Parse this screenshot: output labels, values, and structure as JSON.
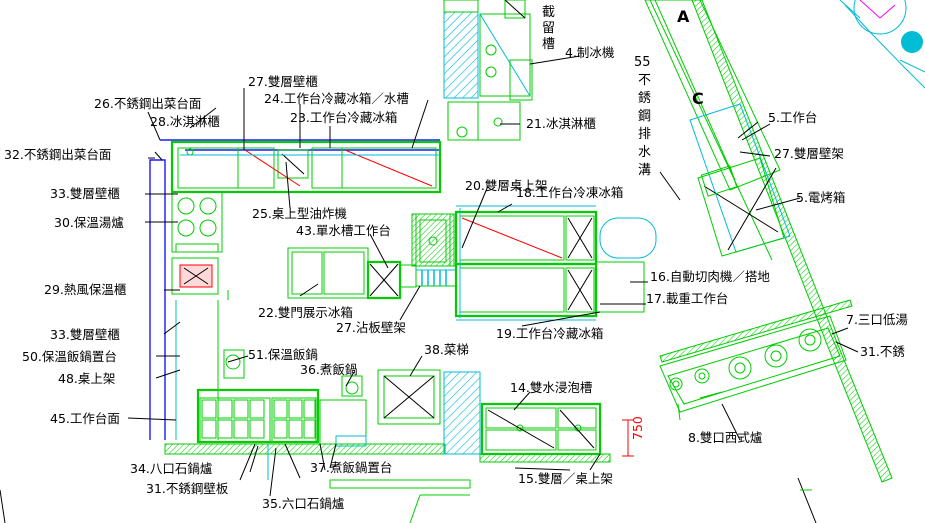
{
  "labels": {
    "l4": "4.制冰機",
    "l5a": "5.工作台",
    "l5b": "5.電烤箱",
    "l7": "7.三口低湯",
    "l8": "8.雙口西式爐",
    "l14": "14.雙水浸泡槽",
    "l15": "15.雙層／桌上架",
    "l16": "16.自動切肉機／搭地",
    "l17": "17.載重工作台",
    "l18": "18.工作台冷凍冰箱",
    "l19": "19.工作台冷藏冰箱",
    "l20": "20.雙層桌上架",
    "l21": "21.冰淇淋櫃",
    "l22": "22.雙門展示冰箱",
    "l23": "23.工作台冷藏冰箱",
    "l24": "24.工作台冷藏冰箱／水槽",
    "l25": "25.桌上型油炸機",
    "l26": "26.不銹鋼出菜台面",
    "l27a": "27.雙層壁櫃",
    "l27b": "27.雙層壁架",
    "l27c": "27.沾板壁架",
    "l28": "28.冰淇淋櫃",
    "l29": "29.熱風保溫櫃",
    "l30": "30.保溫湯爐",
    "l31a": "31.不銹鋼壁板",
    "l31b": "31.不銹",
    "l32": "32.不銹鋼出菜台面",
    "l33a": "33.雙層壁櫃",
    "l33b": "33.雙層壁櫃",
    "l34": "34.八口石鍋爐",
    "l35": "35.六口石鍋爐",
    "l36": "36.煮飯鍋",
    "l37": "37.煮飯鍋置台",
    "l38": "38.菜梯",
    "l43": "43.單水槽工作台",
    "l45": "45.工作台面",
    "l48": "48.桌上架",
    "l50": "50.保溫飯鍋置台",
    "l51": "51.保溫飯鍋",
    "l55": [
      "55",
      "不",
      "銹",
      "鋼",
      "排",
      "水",
      "溝"
    ],
    "topv": [
      "截",
      "留",
      "槽"
    ],
    "dim750": "750",
    "roomA": "A",
    "roomC": "C"
  }
}
